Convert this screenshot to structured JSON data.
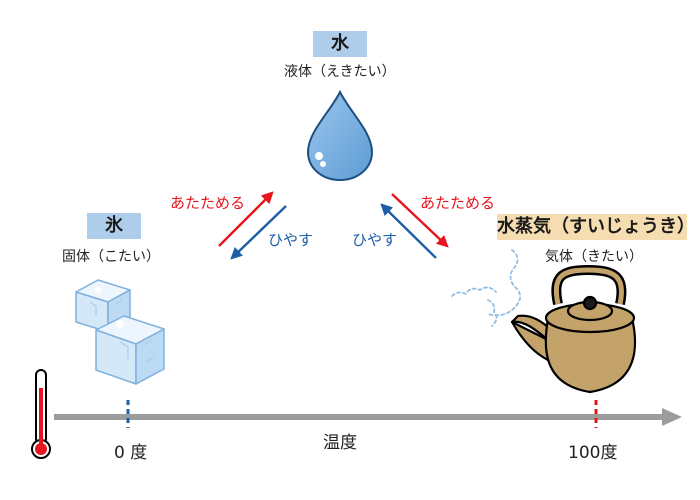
{
  "liquid": {
    "name": "水",
    "state": "液体（えきたい）"
  },
  "solid": {
    "name": "氷",
    "state": "固体（こたい）"
  },
  "gas": {
    "name": "水蒸気（すいじょうき）",
    "state": "気体（きたい）"
  },
  "arrows": {
    "left_warm": "あたためる",
    "left_cool": "ひやす",
    "right_warm": "あたためる",
    "right_cool": "ひやす"
  },
  "axis": {
    "label": "温度",
    "tick_low": "0 度",
    "tick_high": "100度"
  },
  "colors": {
    "warm": "#e8141e",
    "cool": "#1c5ea8",
    "badge_blue": "#aecdea",
    "badge_tan": "#f6ddb1",
    "kettle": "#c4a36b",
    "axis": "#9c9c9c"
  }
}
